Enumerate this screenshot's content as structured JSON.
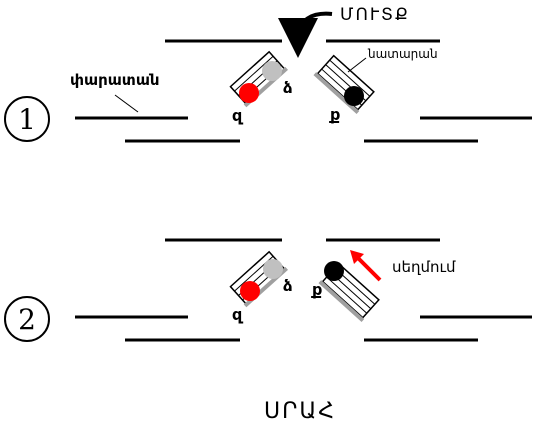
{
  "labels": {
    "top_arrow_label": "ՄՈՒՏՔ",
    "wire_label": "փարատան",
    "chain_label": "նատարան",
    "side_a": "ձ",
    "side_b": "զ",
    "side_c": "ք",
    "push_label": "սեղմում",
    "caption": "ՍՐԱՀ"
  },
  "steps": [
    {
      "number": "1"
    },
    {
      "number": "2"
    }
  ],
  "colors": {
    "line": "#000000",
    "red_ball": "#ff0000",
    "gray_ball": "#c0c0c0",
    "black_ball": "#000000",
    "arrow_red": "#ff0000",
    "plate_gray": "#a0a0a0"
  }
}
